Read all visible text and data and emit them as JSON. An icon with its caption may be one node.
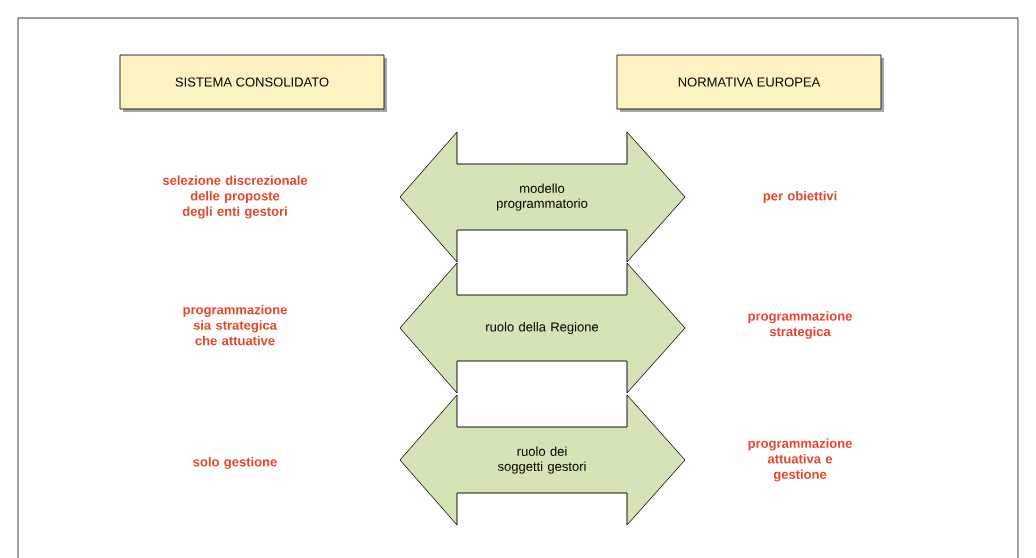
{
  "diagram": {
    "nodes": [
      {
        "text": [
          "SISTEMA CONSOLIDATO"
        ]
      },
      {
        "text": [
          "NORMATIVA EUROPEA"
        ]
      },
      {
        "text": [
          "modello programmatorio"
        ]
      },
      {
        "text": [
          "ruolo della Regione"
        ]
      },
      {
        "text": [
          "ruolo dei soggetti gestori"
        ]
      }
    ],
    "labels": [
      "selezione discrezionale delle proposte degli enti gestori",
      "per obiettivi",
      "programmazione sia strategica che attuative",
      "programmazione strategica",
      "solo gestione",
      "programmazione attuativa e gestione"
    ]
  }
}
